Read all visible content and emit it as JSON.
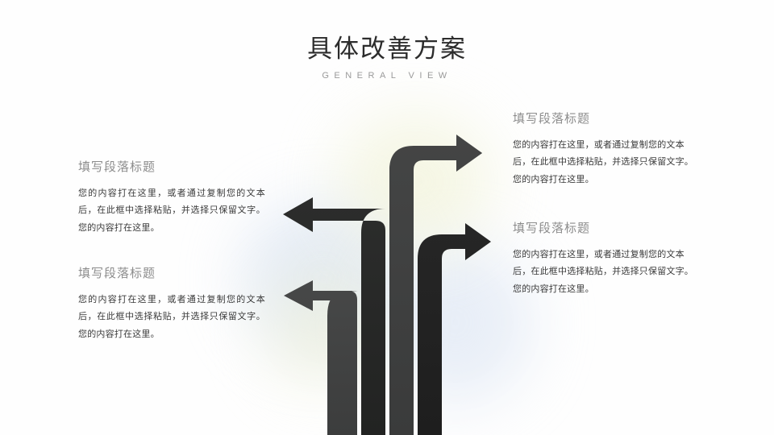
{
  "header": {
    "title": "具体改善方案",
    "subtitle": "GENERAL VIEW"
  },
  "blocks": [
    {
      "id": "top-left",
      "heading": "填写段落标题",
      "body": "您的内容打在这里，或者通过复制您的文本后，在此框中选择粘贴，并选择只保留文字。您的内容打在这里。"
    },
    {
      "id": "bottom-left",
      "heading": "填写段落标题",
      "body": "您的内容打在这里，或者通过复制您的文本后，在此框中选择粘贴，并选择只保留文字。您的内容打在这里。"
    },
    {
      "id": "top-right",
      "heading": "填写段落标题",
      "body": "您的内容打在这里，或者通过复制您的文本后，在此框中选择粘贴，并选择只保留文字。您的内容打在这里。"
    },
    {
      "id": "bottom-right",
      "heading": "填写段落标题",
      "body": "您的内容打在这里，或者通过复制您的文本后，在此框中选择粘贴，并选择只保留文字。您的内容打在这里。"
    }
  ],
  "graphic": {
    "name": "four-branching-arrows",
    "arrows": [
      {
        "name": "arrow-up-right-top",
        "direction": "right",
        "color": "#3d3d3d"
      },
      {
        "name": "arrow-up-left-upper",
        "direction": "left",
        "color": "#262726"
      },
      {
        "name": "arrow-up-left-lower",
        "direction": "left",
        "color": "#3f4040"
      },
      {
        "name": "arrow-up-right-lower",
        "direction": "right",
        "color": "#212121"
      }
    ]
  },
  "colors": {
    "title": "#2c2c2c",
    "subtitle": "#9a9a9a",
    "heading": "#8d8d8d",
    "body": "#3a3a3a",
    "background": "#fefefe",
    "glow_blue": "#cfdcef",
    "glow_yellow": "#eef0cf"
  }
}
